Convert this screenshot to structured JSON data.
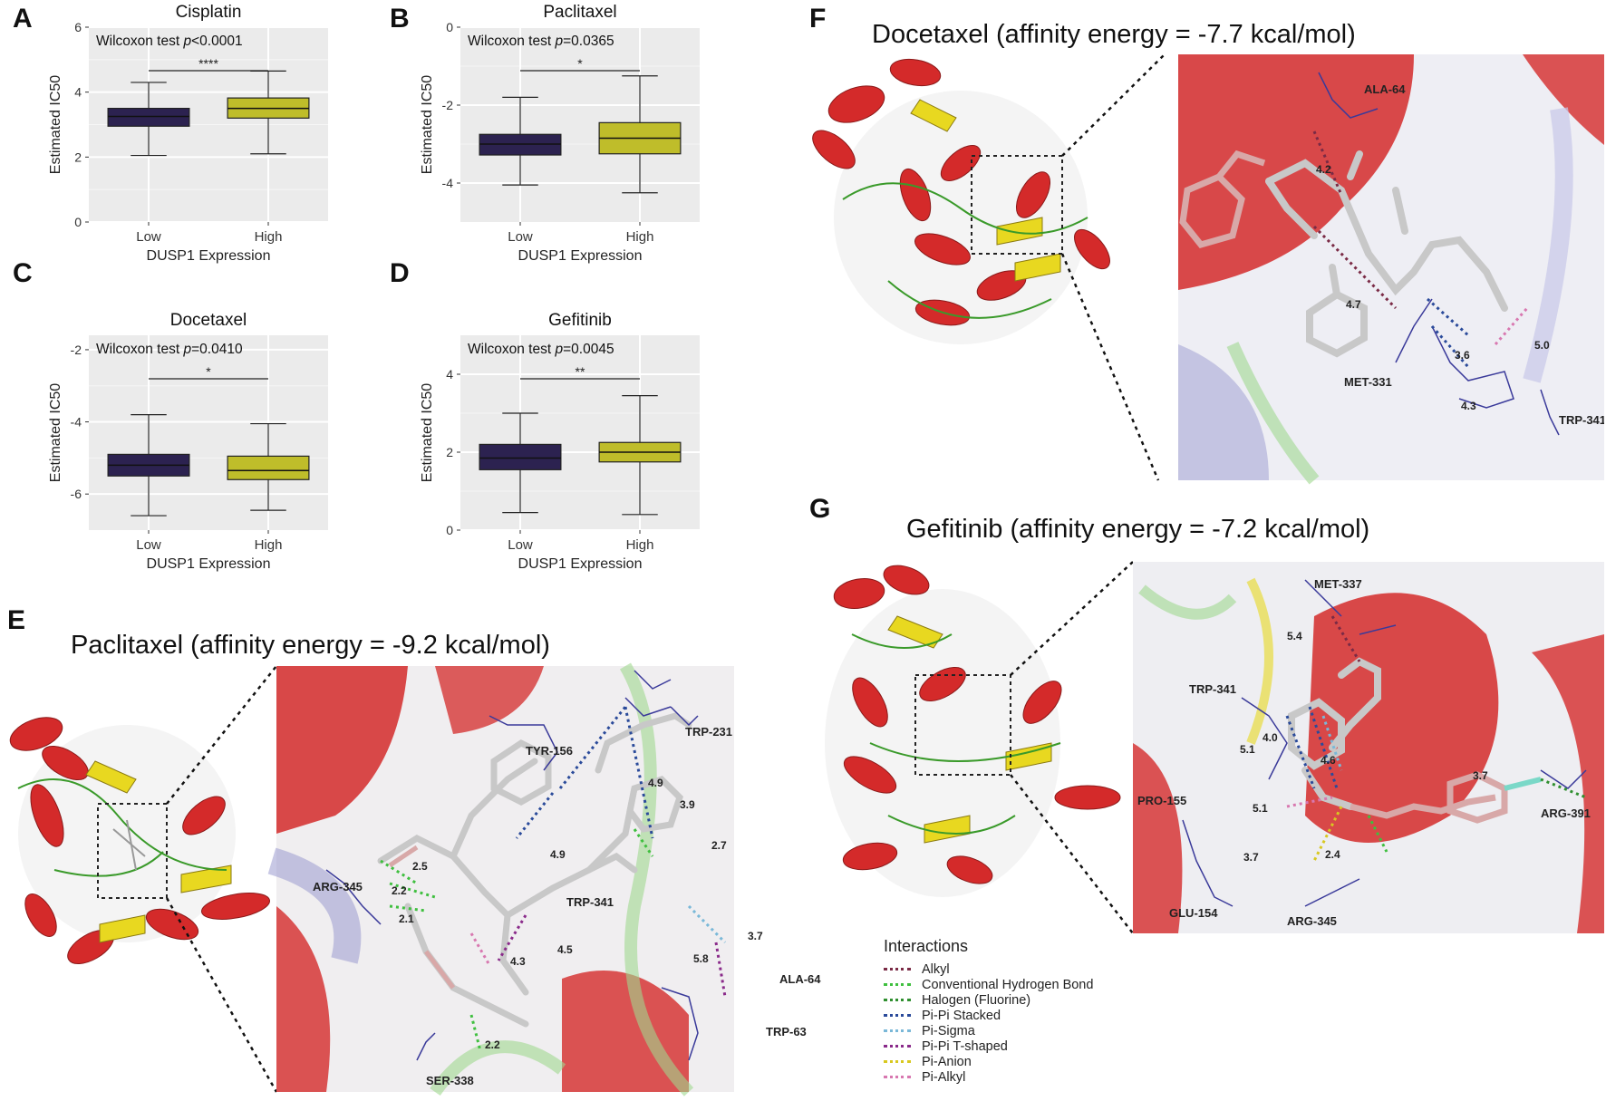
{
  "chart_data": [
    {
      "panel": "A",
      "type": "box",
      "title": "Cisplatin",
      "test_label": "Wilcoxon test ",
      "p_label": "p<0.0001",
      "significance": "****",
      "categories": [
        "Low",
        "High"
      ],
      "xlabel": "DUSP1 Expression",
      "ylabel": "Estimated IC50",
      "ylim": [
        0,
        6
      ],
      "yticks": [
        0,
        2,
        4,
        6
      ],
      "series": [
        {
          "category": "Low",
          "min": 2.05,
          "q1": 2.95,
          "median": 3.25,
          "q3": 3.5,
          "max": 4.3,
          "color": "#2c2250"
        },
        {
          "category": "High",
          "min": 2.1,
          "q1": 3.2,
          "median": 3.5,
          "q3": 3.82,
          "max": 4.65,
          "color": "#bfbd2a"
        }
      ]
    },
    {
      "panel": "B",
      "type": "box",
      "title": "Paclitaxel",
      "test_label": "Wilcoxon test ",
      "p_label": "p=0.0365",
      "significance": "*",
      "categories": [
        "Low",
        "High"
      ],
      "xlabel": "DUSP1 Expression",
      "ylabel": "Estimated IC50",
      "ylim": [
        -5,
        0
      ],
      "yticks": [
        -4,
        -2,
        0
      ],
      "series": [
        {
          "category": "Low",
          "min": -4.05,
          "q1": -3.28,
          "median": -3.0,
          "q3": -2.75,
          "max": -1.8,
          "color": "#2c2250"
        },
        {
          "category": "High",
          "min": -4.25,
          "q1": -3.25,
          "median": -2.85,
          "q3": -2.45,
          "max": -1.25,
          "color": "#bfbd2a"
        }
      ]
    },
    {
      "panel": "C",
      "type": "box",
      "title": "Docetaxel",
      "test_label": "Wilcoxon test ",
      "p_label": "p=0.0410",
      "significance": "*",
      "categories": [
        "Low",
        "High"
      ],
      "xlabel": "DUSP1 Expression",
      "ylabel": "Estimated IC50",
      "ylim": [
        -7,
        -1.6
      ],
      "yticks": [
        -6,
        -4,
        -2
      ],
      "series": [
        {
          "category": "Low",
          "min": -6.6,
          "q1": -5.5,
          "median": -5.2,
          "q3": -4.9,
          "max": -3.8,
          "color": "#2c2250"
        },
        {
          "category": "High",
          "min": -6.45,
          "q1": -5.6,
          "median": -5.35,
          "q3": -4.95,
          "max": -4.05,
          "color": "#bfbd2a"
        }
      ]
    },
    {
      "panel": "D",
      "type": "box",
      "title": "Gefitinib",
      "test_label": "Wilcoxon test ",
      "p_label": "p=0.0045",
      "significance": "**",
      "categories": [
        "Low",
        "High"
      ],
      "xlabel": "DUSP1 Expression",
      "ylabel": "Estimated IC50",
      "ylim": [
        0,
        5
      ],
      "yticks": [
        0,
        2,
        4
      ],
      "series": [
        {
          "category": "Low",
          "min": 0.45,
          "q1": 1.55,
          "median": 1.85,
          "q3": 2.2,
          "max": 3.0,
          "color": "#2c2250"
        },
        {
          "category": "High",
          "min": 0.4,
          "q1": 1.75,
          "median": 2.0,
          "q3": 2.25,
          "max": 3.45,
          "color": "#bfbd2a"
        }
      ]
    }
  ],
  "docking": {
    "E": {
      "letter": "E",
      "title": "Paclitaxel (affinity energy = -9.2 kcal/mol)",
      "labels": [
        "TRP-231",
        "TYR-156",
        "ARG-345",
        "TRP-341",
        "ALA-64",
        "TRP-63",
        "SER-338"
      ],
      "distances": [
        "4.9",
        "3.9",
        "4.9",
        "2.7",
        "2.5",
        "2.2",
        "2.1",
        "4.3",
        "4.5",
        "3.7",
        "5.8",
        "2.2"
      ]
    },
    "F": {
      "letter": "F",
      "title": "Docetaxel (affinity energy = -7.7 kcal/mol)",
      "labels": [
        "ALA-64",
        "MET-331",
        "TRP-341"
      ],
      "distances": [
        "4.2",
        "4.7",
        "3.6",
        "5.0",
        "4.3"
      ]
    },
    "G": {
      "letter": "G",
      "title": "Gefitinib (affinity energy = -7.2 kcal/mol)",
      "labels": [
        "MET-337",
        "TRP-341",
        "PRO-155",
        "ARG-391",
        "GLU-154",
        "ARG-345"
      ],
      "distances": [
        "5.4",
        "4.0",
        "5.1",
        "4.6",
        "5.1",
        "3.7",
        "2.4",
        "3.7"
      ]
    }
  },
  "legend": {
    "title": "Interactions",
    "items": [
      {
        "label": "Alkyl",
        "color": "#7a2a45"
      },
      {
        "label": "Conventional Hydrogen Bond",
        "color": "#3fbf3f"
      },
      {
        "label": "Halogen (Fluorine)",
        "color": "#2f8f2f"
      },
      {
        "label": "Pi-Pi Stacked",
        "color": "#2a4a9a"
      },
      {
        "label": "Pi-Sigma",
        "color": "#7ab8d8"
      },
      {
        "label": "Pi-Pi T-shaped",
        "color": "#8a2a8a"
      },
      {
        "label": "Pi-Anion",
        "color": "#d8c820"
      },
      {
        "label": "Pi-Alkyl",
        "color": "#d878b0"
      }
    ]
  },
  "colors": {
    "panel_bg": "#ebebeb",
    "grid": "#ffffff",
    "helix": "#d42a2a",
    "sheet": "#e8d820",
    "loop": "#3a9a2a",
    "carbon": "#c8c8c8",
    "residue": "#3a3a9a"
  }
}
